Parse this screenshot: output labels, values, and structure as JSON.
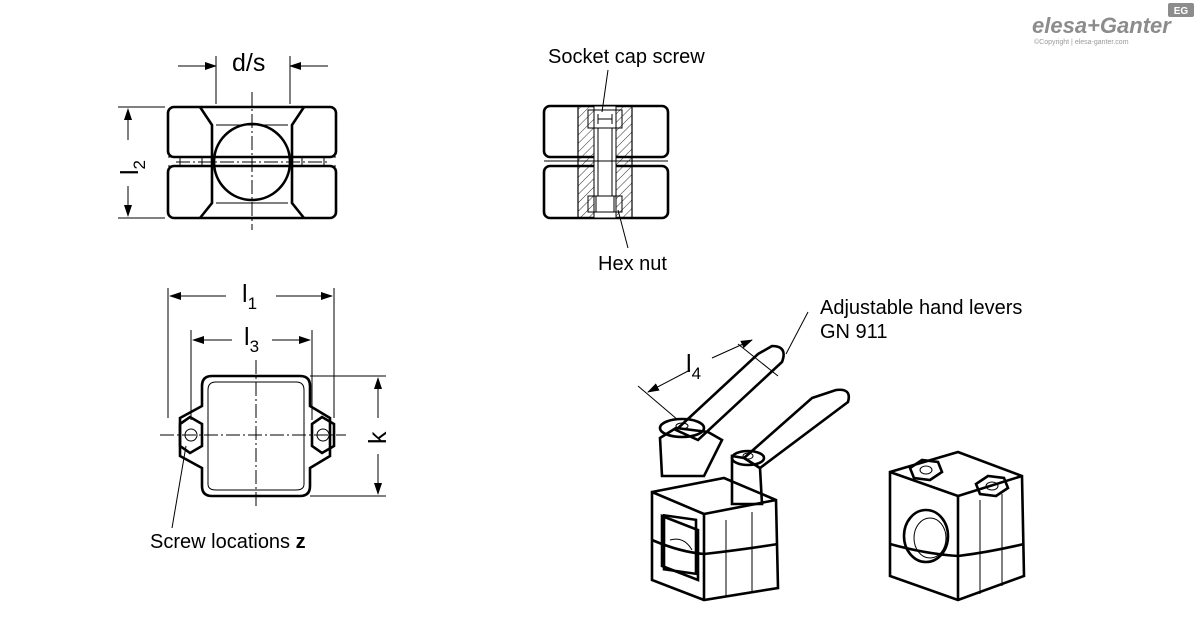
{
  "brand": {
    "name": "elesa+Ganter",
    "badge": "EG",
    "copyright": "©Copyright | elesa-ganter.com"
  },
  "dimensions": {
    "ds": "d/s",
    "l2": {
      "main": "l",
      "sub": "2"
    },
    "l1": {
      "main": "l",
      "sub": "1"
    },
    "l3": {
      "main": "l",
      "sub": "3"
    },
    "k": "k",
    "l4": {
      "main": "l",
      "sub": "4"
    }
  },
  "callouts": {
    "socket_cap_screw": "Socket cap screw",
    "hex_nut": "Hex nut",
    "hand_levers_line1": "Adjustable hand levers",
    "hand_levers_line2": "GN 911",
    "screw_locations": "Screw locations",
    "screw_locations_var": "z"
  }
}
